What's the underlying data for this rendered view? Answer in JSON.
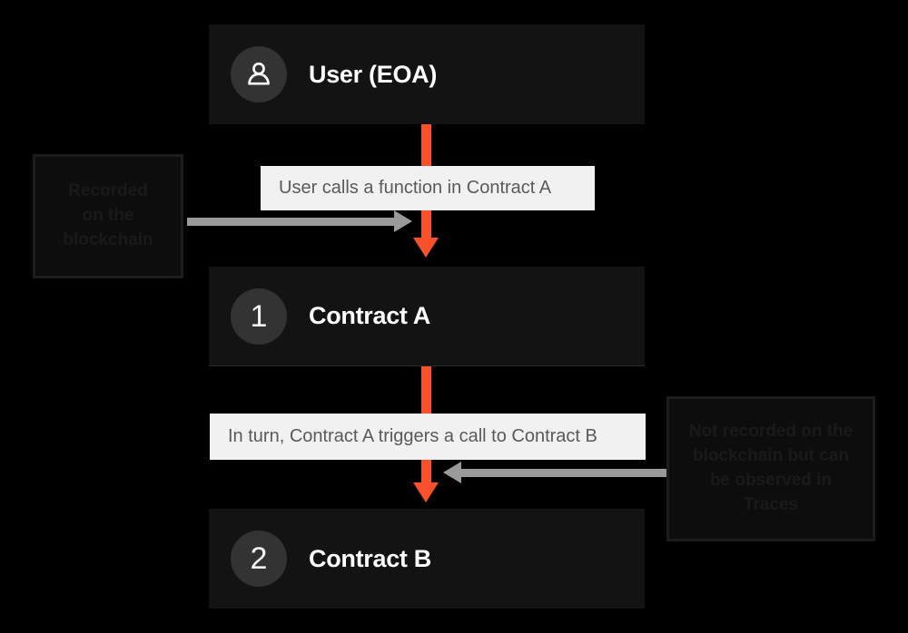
{
  "diagram": {
    "background_color": "#000000",
    "accent_color": "#f8502a",
    "card_color": "#131313",
    "chip_color": "#f1f1f1",
    "gray_arrow_color": "#9a9a9a",
    "nodes": [
      {
        "icon": "person-icon",
        "badge": "",
        "title": "User (EOA)"
      },
      {
        "icon": "number-badge",
        "badge": "1",
        "title": "Contract A"
      },
      {
        "icon": "number-badge",
        "badge": "2",
        "title": "Contract B"
      }
    ],
    "labels": [
      {
        "text": "User calls a function in Contract A"
      },
      {
        "text": "In turn, Contract A triggers a call to Contract B"
      }
    ],
    "callouts": [
      {
        "lines": [
          "Recorded",
          "on the",
          "blockchain"
        ]
      },
      {
        "lines": [
          "Not recorded on the",
          "blockchain but can",
          "be observed in",
          "Traces"
        ]
      }
    ]
  }
}
